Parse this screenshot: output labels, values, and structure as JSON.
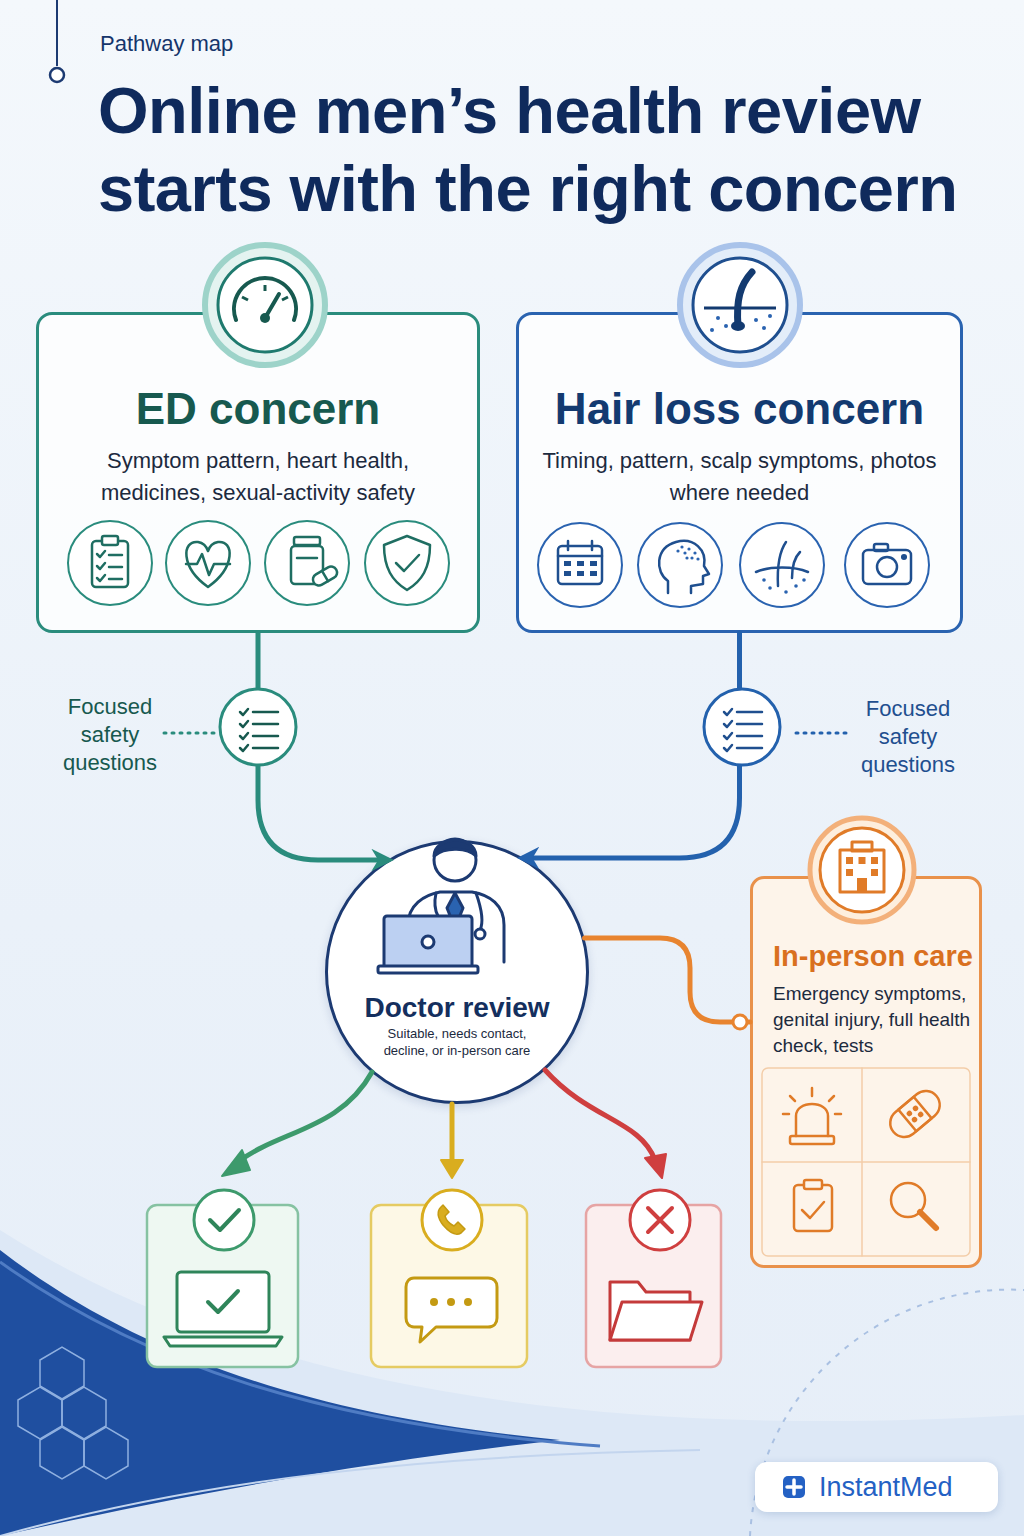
{
  "diagram": {
    "title": "Online men’s health review starts with the right concern",
    "nodes": [
      {
        "text": [
          "ED concern",
          "Symptom pattern, heart health, medicines, sexual-activity safety"
        ]
      },
      {
        "text": [
          "Hair loss concern",
          "Timing, pattern, scalp symptoms, photos where needed"
        ]
      },
      {
        "text": [
          "Doctor review",
          "Suitable, needs contact, decline, or in-person care"
        ]
      },
      {
        "text": [
          "In-person care",
          "Emergency symptoms, genital injury, full health check, tests"
        ]
      }
    ],
    "edges": [
      {
        "from": 0,
        "to": 2,
        "arrow": "to",
        "label": "Focused safety questions"
      },
      {
        "from": 1,
        "to": 2,
        "arrow": "to",
        "label": "Focused safety questions"
      },
      {
        "from": 2,
        "to": 3,
        "arrow": "none"
      }
    ],
    "labels": [
      "Pathway map",
      "InstantMed"
    ]
  }
}
